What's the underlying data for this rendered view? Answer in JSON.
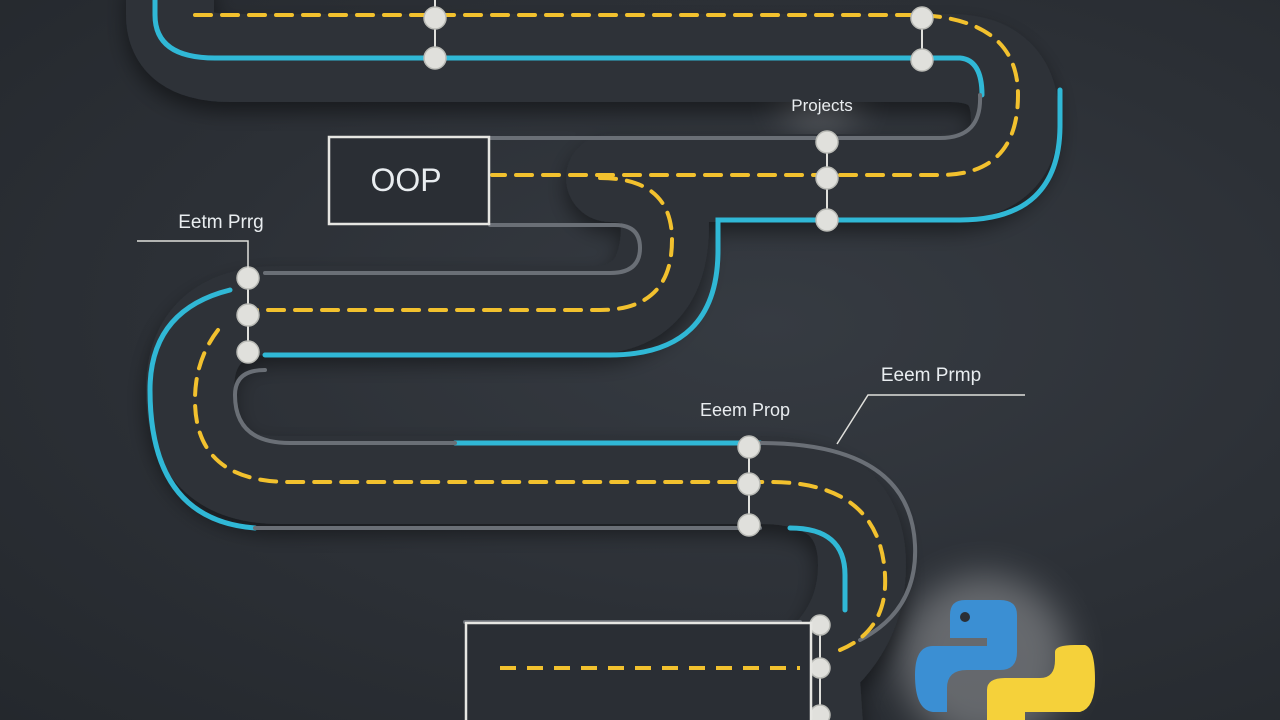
{
  "labels": {
    "oop": "OOP",
    "projects": "Projects",
    "left_label": "Eetm Prrg",
    "right_label": "Eeem Prmp",
    "middle_label": "Eeem Prop"
  },
  "colors": {
    "background": "#2b2f35",
    "road": "#2d3137",
    "edge_blue": "#30b8d6",
    "edge_gray": "#6a6f76",
    "lane_yellow": "#f2c12e",
    "node": "#e0e0dc",
    "python_blue": "#3b8fd3",
    "python_yellow": "#f5d13a"
  },
  "icons": {
    "logo": "python-logo-icon"
  }
}
